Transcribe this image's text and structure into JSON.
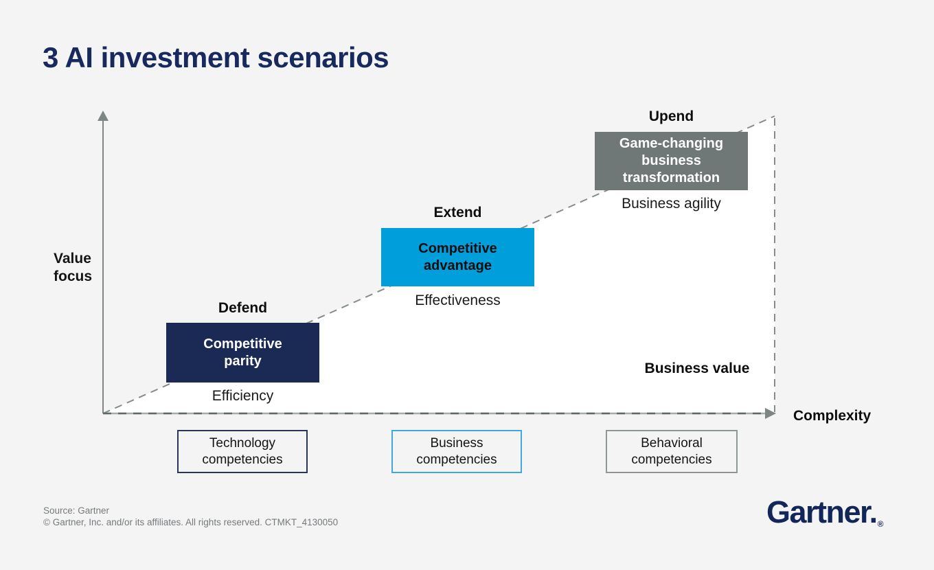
{
  "page": {
    "title": "3 AI investment scenarios",
    "background_color": "#f4f4f4",
    "title_color": "#18295E"
  },
  "axes": {
    "y_label": "Value\nfocus",
    "x_label": "Complexity",
    "business_value_label": "Business value",
    "axis_color": "#7d8585",
    "plot_area_color": "#ffffff"
  },
  "scenarios": [
    {
      "action": "Defend",
      "box_label": "Competitive\nparity",
      "focus": "Efficiency",
      "box_color": "#1B2A54",
      "box_text_color": "#ffffff"
    },
    {
      "action": "Extend",
      "box_label": "Competitive\nadvantage",
      "focus": "Effectiveness",
      "box_color": "#009FDB",
      "box_text_color": "#0d0d0d"
    },
    {
      "action": "Upend",
      "box_label": "Game-changing\nbusiness\ntransformation",
      "focus": "Business agility",
      "box_color": "#6F7877",
      "box_text_color": "#ffffff"
    }
  ],
  "competencies": [
    {
      "label": "Technology\ncompetencies",
      "border_color": "#2B3557"
    },
    {
      "label": "Business\ncompetencies",
      "border_color": "#41A7DE"
    },
    {
      "label": "Behavioral\ncompetencies",
      "border_color": "#8F9696"
    }
  ],
  "footer": {
    "source": "Source: Gartner",
    "copyright": "© Gartner, Inc. and/or its affiliates. All rights reserved. CTMKT_4130050",
    "logo_text": "Gartner.",
    "logo_reg": "®"
  }
}
